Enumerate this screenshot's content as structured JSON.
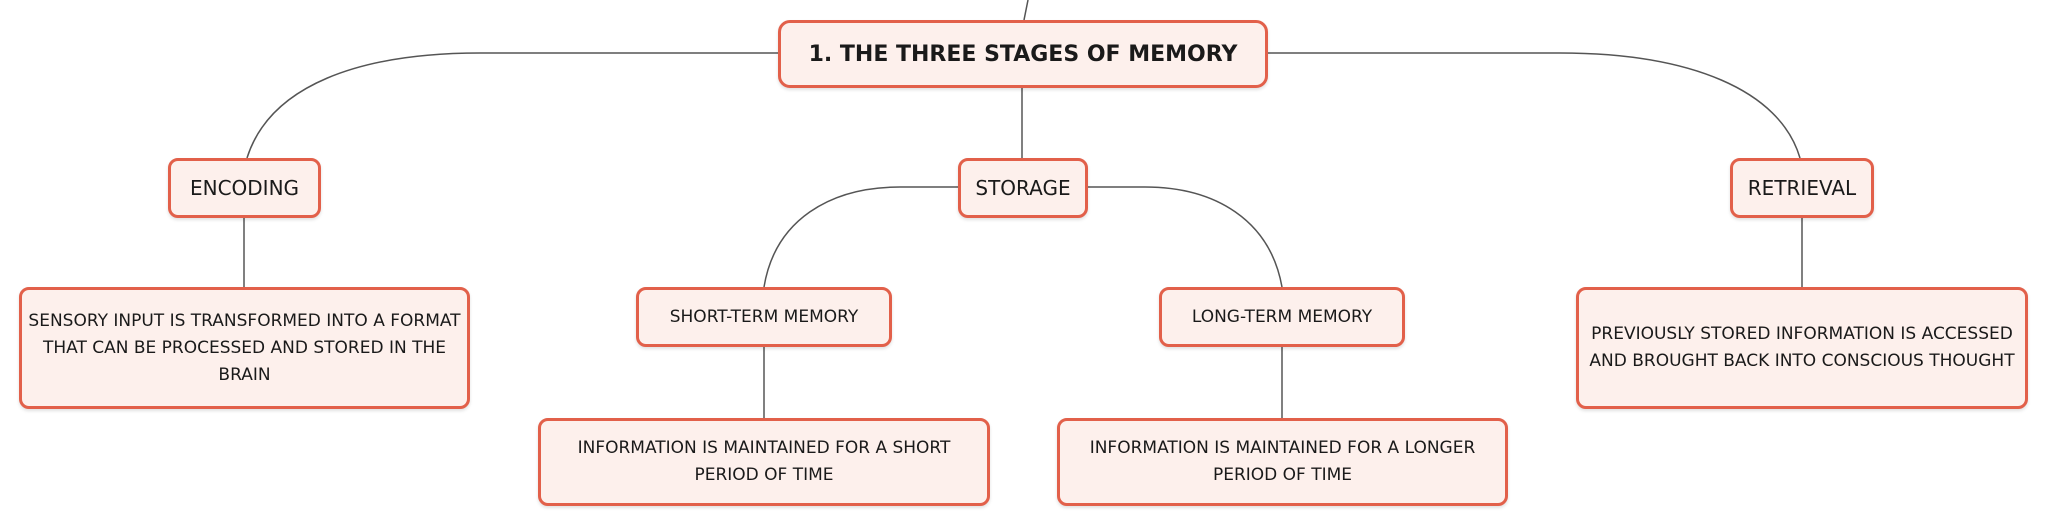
{
  "colors": {
    "border": "#e2604a",
    "fill": "#fdf0ec",
    "line": "#555555",
    "text": "#1a1a1a"
  },
  "root": {
    "label": "1. THE THREE STAGES OF MEMORY"
  },
  "encoding": {
    "label": "ENCODING",
    "description": "SENSORY INPUT IS TRANSFORMED INTO A FORMAT THAT CAN BE PROCESSED AND STORED IN THE BRAIN"
  },
  "storage": {
    "label": "STORAGE",
    "short_term": {
      "label": "SHORT-TERM MEMORY",
      "description": "INFORMATION IS MAINTAINED FOR A SHORT PERIOD OF TIME"
    },
    "long_term": {
      "label": "LONG-TERM MEMORY",
      "description": "INFORMATION IS MAINTAINED FOR A LONGER PERIOD OF TIME"
    }
  },
  "retrieval": {
    "label": "RETRIEVAL",
    "description": "PREVIOUSLY STORED INFORMATION IS ACCESSED AND BROUGHT BACK INTO CONSCIOUS THOUGHT"
  }
}
